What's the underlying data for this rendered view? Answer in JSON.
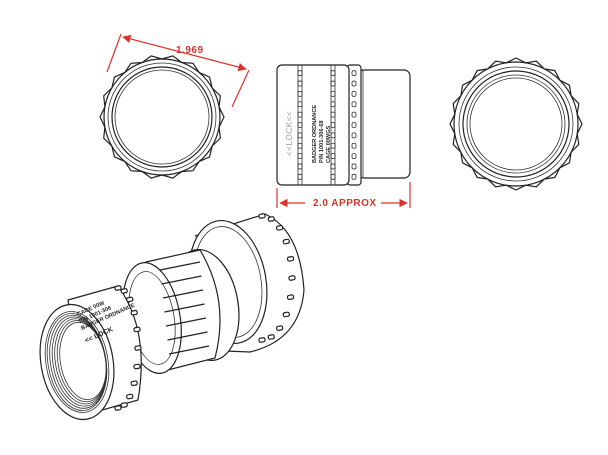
{
  "dimensions": {
    "diameter_label": "1.969",
    "length_label": "2.0 APPROX"
  },
  "side_view": {
    "lock_label": "<<LOCK<<",
    "marking_lines": [
      "BADGER ORDNANCE",
      "P/N 1001-306-68",
      "CAGE 00WGS"
    ]
  },
  "exploded_view": {
    "lock_label": "<< LOCK",
    "marking_lines": [
      "BADGER ORDNANCE",
      "P/N 1001-306",
      "CAGE 00W"
    ]
  },
  "colors": {
    "dimension_red": "#d9342b",
    "line_ink": "#222222"
  }
}
